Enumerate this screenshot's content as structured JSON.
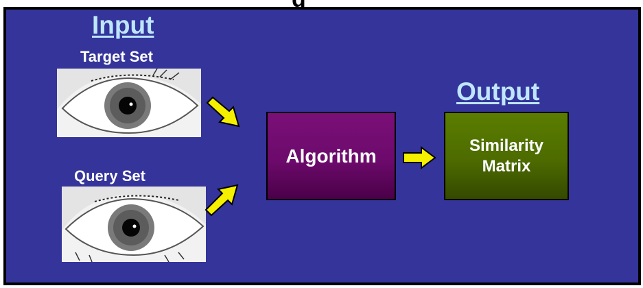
{
  "input": {
    "heading": "Input",
    "target_set_label": "Target Set",
    "query_set_label": "Query Set"
  },
  "output": {
    "heading": "Output"
  },
  "algorithm": {
    "label": "Algorithm"
  },
  "similarity_matrix": {
    "line1": "Similarity",
    "line2": "Matrix"
  },
  "colors": {
    "background": "#34349a",
    "heading": "#bfe6ff",
    "algorithm_box": "#6d0a6c",
    "output_box": "#4d6b00",
    "arrow": "#f5f000"
  },
  "icons": [
    "eye-image-target",
    "eye-image-query",
    "arrow-icon"
  ]
}
